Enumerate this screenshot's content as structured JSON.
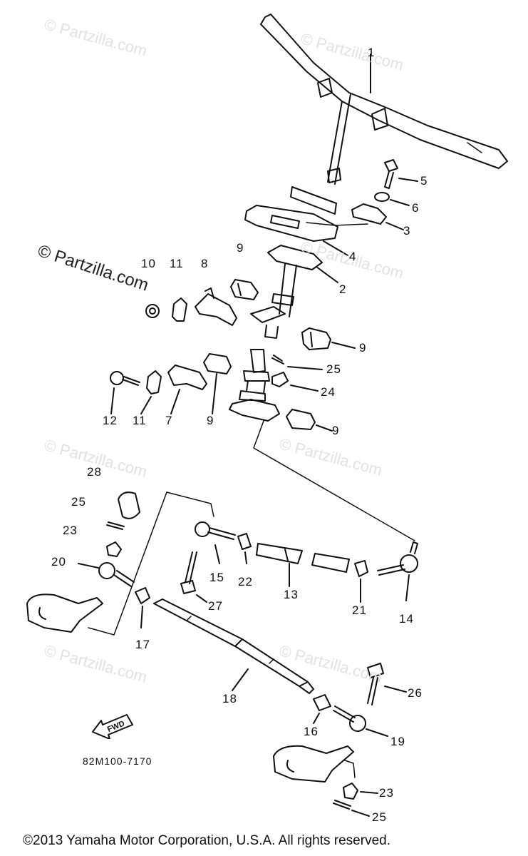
{
  "diagram": {
    "watermark_main": "© Partzilla.com",
    "watermark_faint": "© Partzilla.com",
    "part_code": "82M100-7170",
    "fwd_label": "FWD",
    "copyright": "©2013  Yamaha Motor Corporation, U.S.A. All rights reserved.",
    "callouts": [
      "1",
      "2",
      "3",
      "4",
      "5",
      "6",
      "8",
      "9",
      "9",
      "9",
      "9",
      "10",
      "11",
      "11",
      "7",
      "12",
      "25",
      "24",
      "28",
      "25",
      "23",
      "20",
      "15",
      "22",
      "13",
      "21",
      "14",
      "27",
      "17",
      "18",
      "26",
      "16",
      "19",
      "23",
      "25"
    ]
  }
}
